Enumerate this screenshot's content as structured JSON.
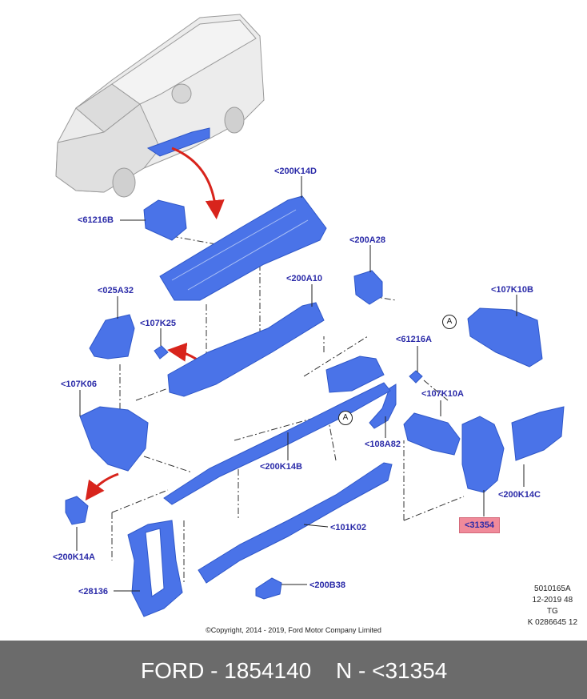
{
  "labels": {
    "l200K14D": "<200K14D",
    "l61216B": "<61216B",
    "l200A28": "<200A28",
    "l200A10": "<200A10",
    "l025A32": "<025A32",
    "l107K10B": "<107K10B",
    "l107K25": "<107K25",
    "l61216A": "<61216A",
    "l107K06": "<107K06",
    "l107K10A": "<107K10A",
    "l108A82": "<108A82",
    "l200K14B": "<200K14B",
    "l200K14C": "<200K14C",
    "l31354": "<31354",
    "l101K02": "<101K02",
    "l200K14A": "<200K14A",
    "l28136": "<28136",
    "l200B38": "<200B38"
  },
  "callouts": {
    "a1": "A",
    "a2": "A"
  },
  "meta": {
    "line1": "5010165A",
    "line2": "12-2019 48",
    "line3": "TG",
    "line4": "K 0286645 12"
  },
  "copyright": "©Copyright, 2014 - 2019, Ford Motor Company Limited",
  "footer": {
    "left": "FORD - 1854140",
    "right": "N - <31354"
  },
  "colors": {
    "part": "#4a73e8",
    "label": "#2a2aa8",
    "highlight": "#f08a9a",
    "arrow": "#d8241c",
    "footer": "#6b6b6b"
  }
}
